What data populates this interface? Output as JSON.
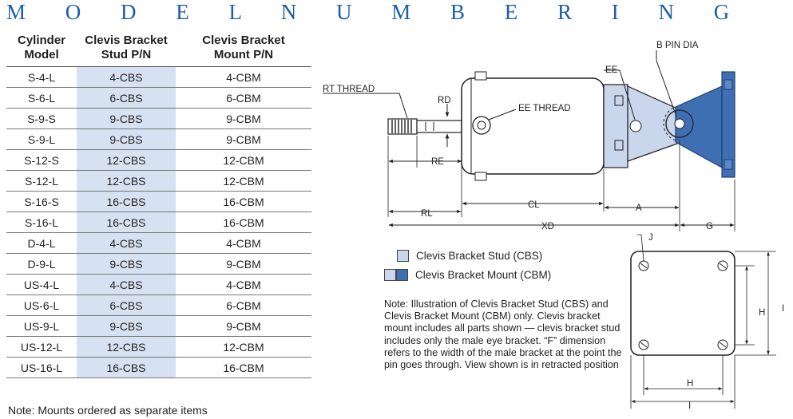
{
  "title": "M O D E L   N U M B E R I N G",
  "table": {
    "headers": [
      {
        "line1": "Cylinder",
        "line2": "Model"
      },
      {
        "line1": "Clevis Bracket",
        "line2": "Stud P/N"
      },
      {
        "line1": "Clevis Bracket",
        "line2": "Mount P/N"
      }
    ],
    "rows": [
      {
        "model": "S-4-L",
        "stud": "4-CBS",
        "mount": "4-CBM"
      },
      {
        "model": "S-6-L",
        "stud": "6-CBS",
        "mount": "6-CBM"
      },
      {
        "model": "S-9-S",
        "stud": "9-CBS",
        "mount": "9-CBM"
      },
      {
        "model": "S-9-L",
        "stud": "9-CBS",
        "mount": "9-CBM"
      },
      {
        "model": "S-12-S",
        "stud": "12-CBS",
        "mount": "12-CBM"
      },
      {
        "model": "S-12-L",
        "stud": "12-CBS",
        "mount": "12-CBM"
      },
      {
        "model": "S-16-S",
        "stud": "16-CBS",
        "mount": "16-CBM"
      },
      {
        "model": "S-16-L",
        "stud": "16-CBS",
        "mount": "16-CBM"
      },
      {
        "model": "D-4-L",
        "stud": "4-CBS",
        "mount": "4-CBM"
      },
      {
        "model": "D-9-L",
        "stud": "9-CBS",
        "mount": "9-CBM"
      },
      {
        "model": "US-4-L",
        "stud": "4-CBS",
        "mount": "4-CBM"
      },
      {
        "model": "US-6-L",
        "stud": "6-CBS",
        "mount": "6-CBM"
      },
      {
        "model": "US-9-L",
        "stud": "9-CBS",
        "mount": "9-CBM"
      },
      {
        "model": "US-12-L",
        "stud": "12-CBS",
        "mount": "12-CBM"
      },
      {
        "model": "US-16-L",
        "stud": "16-CBS",
        "mount": "16-CBM"
      }
    ]
  },
  "note_mounts": "Note: Mounts ordered as separate items",
  "diagram_labels": {
    "b_pin_dia": "B PIN DIA",
    "ee": "EE",
    "rt_thread": "RT THREAD",
    "rd": "RD",
    "ee_thread": "EE THREAD",
    "re": "RE",
    "cl": "CL",
    "a": "A",
    "rl": "RL",
    "xd": "XD",
    "g": "G",
    "j": "J",
    "h": "H",
    "i": "I"
  },
  "legend": {
    "stud": "Clevis Bracket Stud (CBS)",
    "mount": "Clevis Bracket Mount (CBM)",
    "stud_color": "#c9d6ec",
    "mount_light_color": "#c9d6ec",
    "mount_dark_color": "#3f6fb3"
  },
  "note_text": "Note: Illustration of Clevis Bracket Stud (CBS) and Clevis Bracket Mount (CBM) only.  Clevis bracket mount includes all parts shown — clevis bracket stud includes only the male eye bracket.  “F” dimension refers to the width of the male bracket at the point the pin goes through. View shown is in retracted position"
}
